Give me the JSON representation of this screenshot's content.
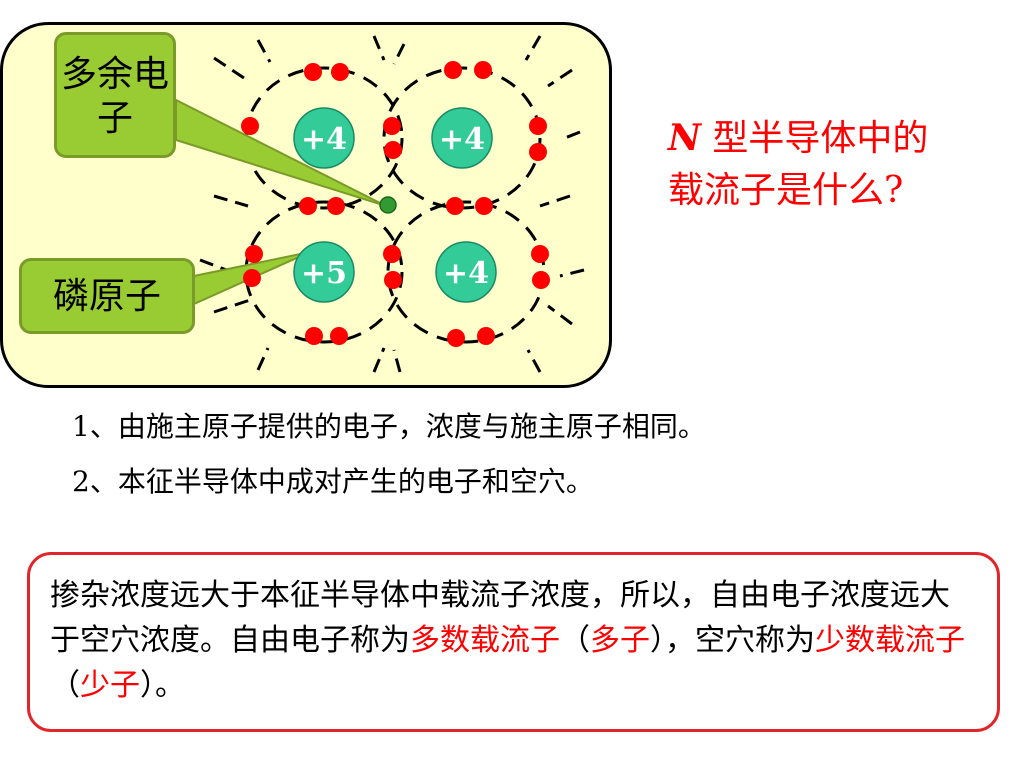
{
  "diagram": {
    "nuclei": [
      {
        "label": "+4",
        "kind": "silicon"
      },
      {
        "label": "+4",
        "kind": "silicon"
      },
      {
        "label": "+5",
        "kind": "phosphorus"
      },
      {
        "label": "+4",
        "kind": "silicon"
      }
    ],
    "callouts": {
      "excess_electron": "多余电子",
      "phosphorus_atom": "磷原子"
    },
    "colors": {
      "panel_bg": "#ffffcc",
      "nucleus_fill": "#33cc99",
      "electron": "#ff0000",
      "excess_electron": "#339933",
      "callout_bg": "#99cc33"
    }
  },
  "question": {
    "italic_letter": "N",
    "text": " 型半导体中的载流子是什么?"
  },
  "points": [
    "1、由施主原子提供的电子，浓度与施主原子相同。",
    "2、本征半导体中成对产生的电子和空穴。"
  ],
  "summary": {
    "part1": "掺杂浓度远大于本征半导体中载流子浓度，所以，自由电子浓度远大于空穴浓度。自由电子称为",
    "majority": "多数载流子",
    "paren_open1": "（",
    "majority_short": "多子",
    "paren_close1": "）",
    "part2": "，空穴称为",
    "minority": "少数载流子",
    "paren_open2": "（",
    "minority_short": "少子",
    "paren_close2": "）",
    "end": "。"
  }
}
